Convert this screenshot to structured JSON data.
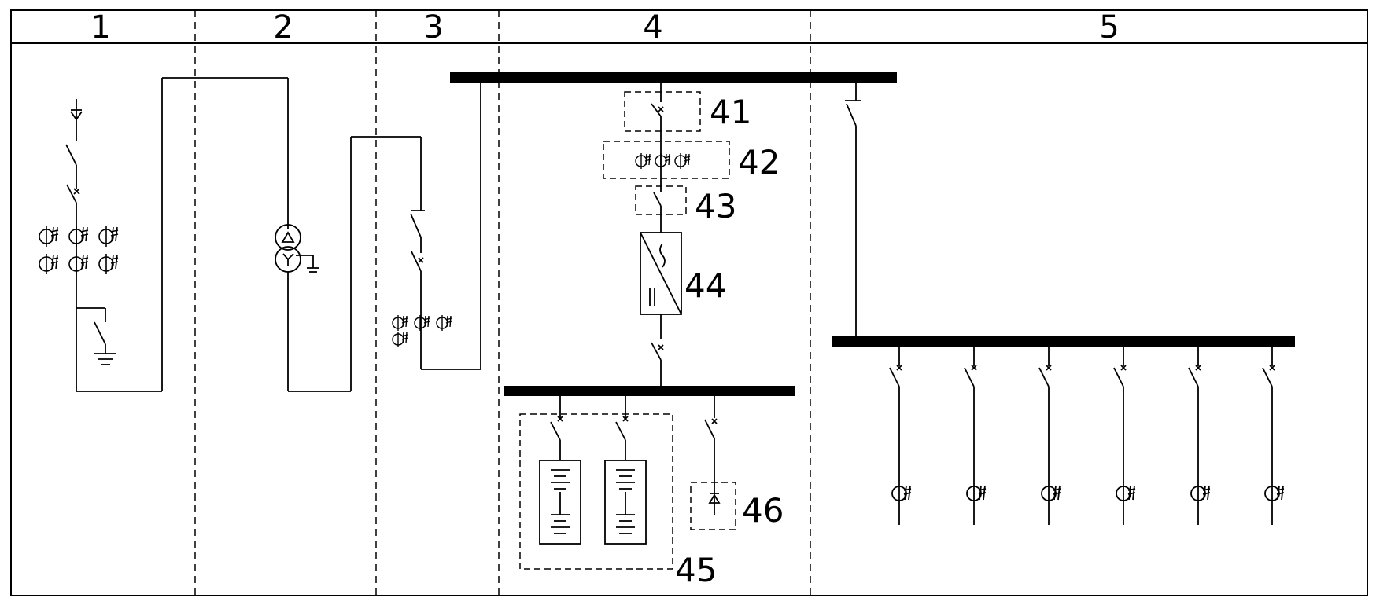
{
  "sections": [
    {
      "label": "1"
    },
    {
      "label": "2"
    },
    {
      "label": "3"
    },
    {
      "label": "4"
    },
    {
      "label": "5"
    }
  ],
  "callouts": {
    "c41": "41",
    "c42": "42",
    "c43": "43",
    "c44": "44",
    "c45": "45",
    "c46": "46"
  },
  "icons": [
    "circuit-breaker-icon",
    "disconnect-switch-icon",
    "current-transformer-icon",
    "transformer-icon",
    "ground-icon",
    "arrester-icon",
    "converter-icon",
    "battery-icon",
    "diode-icon",
    "busbar"
  ],
  "colors": {
    "line": "#000000",
    "background": "#ffffff"
  }
}
